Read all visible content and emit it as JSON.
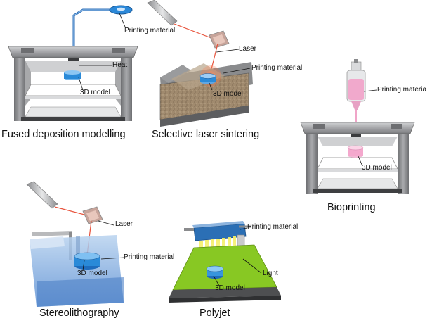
{
  "labels": {
    "fdm_material": "Printing material",
    "fdm_heat": "Heat",
    "fdm_model": "3D model",
    "sls_laser": "Laser",
    "sls_material": "Printing material",
    "sls_model": "3D model",
    "bio_material": "Printing materia",
    "bio_model": "3D model",
    "sla_laser": "Laser",
    "sla_material": "Printing material",
    "sla_model": "3D model",
    "poly_material": "Printing material",
    "poly_light": "Light",
    "poly_model": "3D model"
  },
  "captions": {
    "fdm": "Fused deposition modelling",
    "sls": "Selective laser sintering",
    "bio": "Bioprinting",
    "sla": "Stereolithography",
    "poly": "Polyjet"
  }
}
